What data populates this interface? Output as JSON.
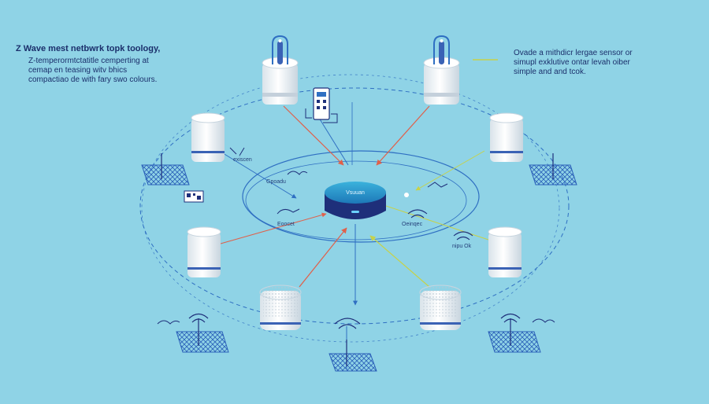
{
  "header_left": {
    "title": "Z Wave mest netbwrk topk toology,",
    "lines": [
      "Z-temperormtctatitle cemperting at",
      "cemap en teasing witv bhics",
      "compactiao de with fary swo colours."
    ]
  },
  "header_right": {
    "lines": [
      "Ovade a mithdicr lergae sensor or",
      "simupl exklutive ontar levah oiber",
      "simple and and tcok."
    ]
  },
  "hub": {
    "label": "Vsuuan"
  },
  "labels": {
    "upper_left": "exiscen",
    "ring_left_1": "Gpoadu",
    "ring_left_2": "Eoocet",
    "ring_right": "Oeinqec",
    "lower_right": "nipu Ok"
  },
  "colors": {
    "background": "#8fd3e6",
    "link_blue": "#2f6fc2",
    "link_red": "#e0604a",
    "link_yellow": "#c6d24a",
    "hub_dark": "#1e2f7a",
    "hub_top": "#2f9fcf",
    "device_white": "#f4f7fa",
    "device_band": "#3a62b5"
  },
  "icons": [
    "hub-icon",
    "plug-icon",
    "remote-icon",
    "thermostat-icon",
    "wifi-icon",
    "mesh-pad-icon",
    "qr-tag-icon"
  ]
}
